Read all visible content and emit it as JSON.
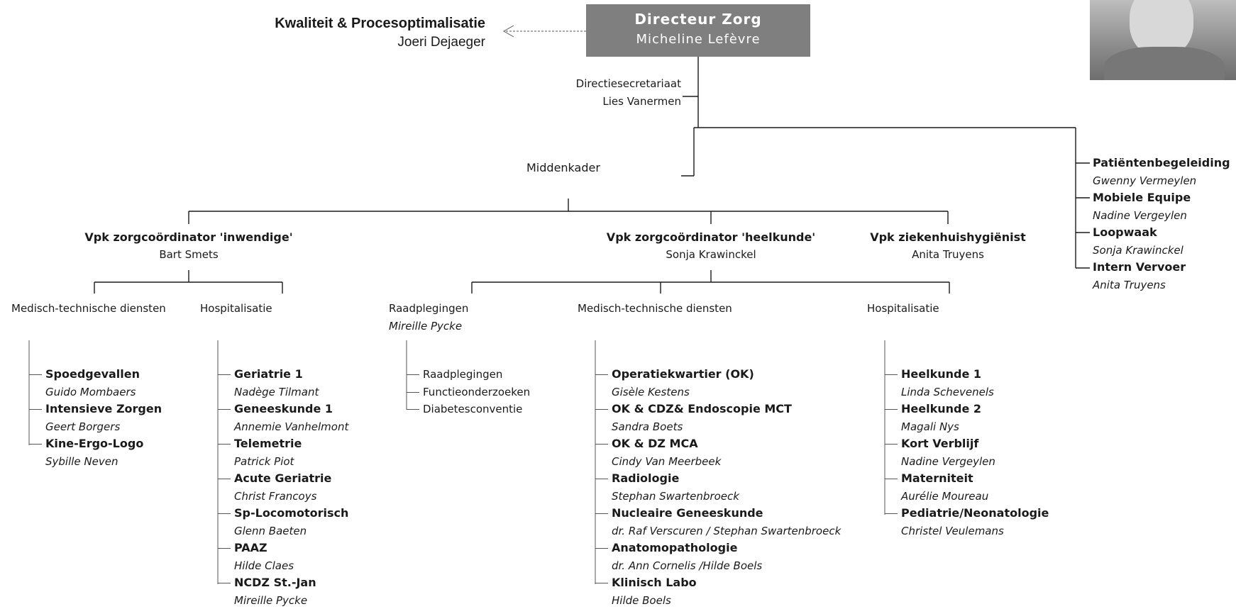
{
  "director": {
    "title": "Directeur Zorg",
    "name": "Micheline Lefèvre"
  },
  "quality": {
    "title": "Kwaliteit & Procesoptimalisatie",
    "name": "Joeri Dejaeger"
  },
  "secretariat": {
    "title": "Directiesecretariaat",
    "name": "Lies Vanermen"
  },
  "middle_mgmt": {
    "label": "Middenkader"
  },
  "staff_right": [
    {
      "title": "Patiëntenbegeleiding",
      "name": "Gwenny Vermeylen"
    },
    {
      "title": "Mobiele Equipe",
      "name": "Nadine Vergeylen"
    },
    {
      "title": "Loopwaak",
      "name": "Sonja Krawinckel"
    },
    {
      "title": "Intern Vervoer",
      "name": "Anita Truyens"
    }
  ],
  "coordinators": [
    {
      "title": "Vpk zorgcoördinator 'inwendige'",
      "name": "Bart Smets"
    },
    {
      "title": "Vpk zorgcoördinator 'heelkunde'",
      "name": "Sonja Krawinckel"
    },
    {
      "title": "Vpk ziekenhuishygiënist",
      "name": "Anita Truyens"
    }
  ],
  "inwendige": {
    "mtd_label": "Medisch-technische diensten",
    "hosp_label": "Hospitalisatie",
    "mtd_units": [
      {
        "title": "Spoedgevallen",
        "name": "Guido Mombaers"
      },
      {
        "title": "Intensieve Zorgen",
        "name": "Geert Borgers"
      },
      {
        "title": "Kine-Ergo-Logo",
        "name": "Sybille Neven"
      }
    ],
    "hosp_units": [
      {
        "title": "Geriatrie 1",
        "name": "Nadège Tilmant"
      },
      {
        "title": "Geneeskunde 1",
        "name": "Annemie Vanhelmont"
      },
      {
        "title": "Telemetrie",
        "name": "Patrick Piot"
      },
      {
        "title": "Acute Geriatrie",
        "name": "Christ Francoys"
      },
      {
        "title": "Sp-Locomotorisch",
        "name": "Glenn Baeten"
      },
      {
        "title": "PAAZ",
        "name": "Hilde Claes"
      },
      {
        "title": "NCDZ St.-Jan",
        "name": "Mireille Pycke"
      }
    ]
  },
  "heelkunde": {
    "raad_label": "Raadplegingen",
    "raad_name": "Mireille Pycke",
    "raad_items": [
      "Raadplegingen",
      "Functieonderzoeken",
      "Diabetesconventie"
    ],
    "mtd_label": "Medisch-technische diensten",
    "mtd_units": [
      {
        "title": "Operatiekwartier (OK)",
        "name": "Gisèle Kestens"
      },
      {
        "title": "OK & CDZ& Endoscopie  MCT",
        "name": "Sandra Boets"
      },
      {
        "title": "OK & DZ MCA",
        "name": "Cindy Van Meerbeek"
      },
      {
        "title": "Radiologie",
        "name": "Stephan Swartenbroeck"
      },
      {
        "title": "Nucleaire Geneeskunde",
        "name": "dr. Raf Verscuren / Stephan Swartenbroeck"
      },
      {
        "title": "Anatomopathologie",
        "name": "dr. Ann Cornelis /Hilde Boels"
      },
      {
        "title": "Klinisch Labo",
        "name": "Hilde Boels"
      }
    ],
    "hosp_label": "Hospitalisatie",
    "hosp_units": [
      {
        "title": "Heelkunde 1",
        "name": "Linda Schevenels"
      },
      {
        "title": "Heelkunde 2",
        "name": "Magali Nys"
      },
      {
        "title": "Kort Verblijf",
        "name": "Nadine Vergeylen"
      },
      {
        "title": "Materniteit",
        "name": "Aurélie Moureau"
      },
      {
        "title": "Pediatrie/Neonatologie",
        "name": "Christel Veulemans"
      }
    ]
  },
  "colors": {
    "director_box": "#7f7f7f",
    "line": "#1a1a1a"
  }
}
